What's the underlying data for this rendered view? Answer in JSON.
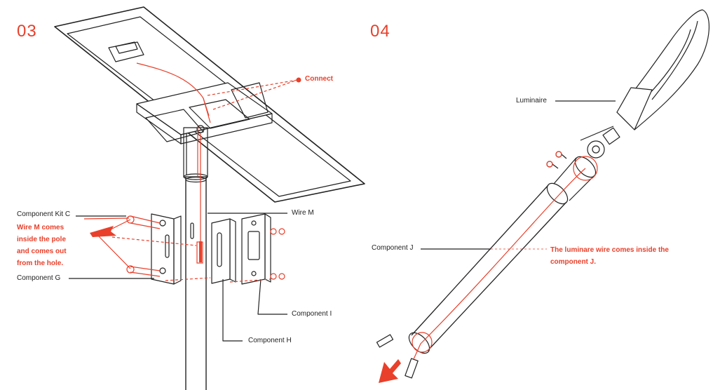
{
  "colors": {
    "accent": "#e8402b",
    "line": "#222222"
  },
  "step3": {
    "number": "03",
    "labels": {
      "connect": "Connect",
      "component_kit_c": "Component Kit C",
      "wire_m": "Wire M",
      "component_g": "Component G",
      "component_i": "Component I",
      "component_h": "Component H"
    },
    "note_lines": [
      "Wire M comes",
      "inside the pole",
      "and comes out",
      "from the hole."
    ]
  },
  "step4": {
    "number": "04",
    "labels": {
      "luminaire": "Luminaire",
      "component_j": "Component J"
    },
    "note_lines": [
      "The luminare wire comes inside the",
      "component J."
    ]
  }
}
